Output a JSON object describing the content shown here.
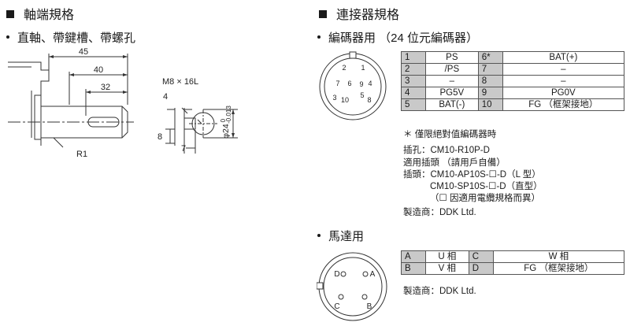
{
  "left": {
    "heading": "軸端規格",
    "bullet": "直軸、帶鍵槽、帶螺孔",
    "dims": {
      "d45": "45",
      "d40": "40",
      "d32": "32",
      "screw": "M8 × 16L",
      "d4": "4",
      "d8": "8",
      "d7": "7",
      "r1": "R1",
      "dia": "φ24",
      "tol_top": "0",
      "tol_bot": "-0.013"
    }
  },
  "right": {
    "heading": "連接器規格",
    "encoder_bullet": "編碼器用 （24 位元編碼器）",
    "encoder_pins_label": [
      "1",
      "2",
      "3",
      "4",
      "5",
      "6",
      "7",
      "8",
      "9",
      "10"
    ],
    "encoder_table": [
      {
        "k1": "1",
        "v1": "PS",
        "k2": "6*",
        "v2": "BAT(+)"
      },
      {
        "k1": "2",
        "v1": "/PS",
        "k2": "7",
        "v2": "–"
      },
      {
        "k1": "3",
        "v1": "–",
        "k2": "8",
        "v2": "–"
      },
      {
        "k1": "4",
        "v1": "PG5V",
        "k2": "9",
        "v2": "PG0V"
      },
      {
        "k1": "5",
        "v1": "BAT(-)",
        "k2": "10",
        "v2": "FG （框架接地）"
      }
    ],
    "encoder_notes": {
      "star": "＊ 僅限絕對值編碼器時",
      "socket": "插孔：CM10-R10P-D",
      "plug_title": "適用插頭 （請用戶自備）",
      "plug1": "插頭：CM10-AP10S-☐-D（L 型）",
      "plug2": "CM10-SP10S-☐-D（直型）",
      "plug3": "（☐ 因適用電纜規格而異）",
      "maker": "製造商：DDK Ltd."
    },
    "motor_bullet": "馬達用",
    "motor_pins_label": [
      "D",
      "A",
      "C",
      "B"
    ],
    "motor_table": [
      {
        "k1": "A",
        "v1": "U 相",
        "k2": "C",
        "v2": "W 相"
      },
      {
        "k1": "B",
        "v1": "V 相",
        "k2": "D",
        "v2": "FG （框架接地）"
      }
    ],
    "motor_maker": "製造商：DDK Ltd."
  }
}
